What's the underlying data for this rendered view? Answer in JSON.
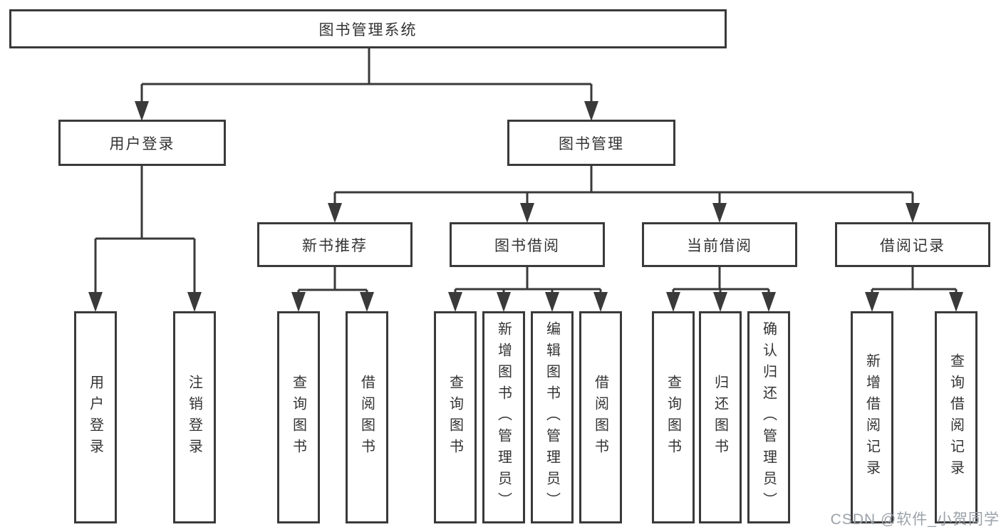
{
  "nodes": {
    "root": "图书管理系统",
    "user_login": "用户登录",
    "book_management": "图书管理",
    "new_book_recommend": "新书推荐",
    "book_borrowing": "图书借阅",
    "current_borrowing": "当前借阅",
    "borrowing_records": "借阅记录",
    "leaf_user_login": "用户登录",
    "leaf_logout": "注销登录",
    "leaf_query_books_1": "查询图书",
    "leaf_borrow_books_1": "借阅图书",
    "leaf_query_books_2": "查询图书",
    "leaf_add_books_admin": "新增图书（管理员）",
    "leaf_edit_books_admin": "编辑图书（管理员）",
    "leaf_borrow_books_2": "借阅图书",
    "leaf_query_books_3": "查询图书",
    "leaf_return_books": "归还图书",
    "leaf_confirm_return_admin": "确认归还（管理员）",
    "leaf_add_borrow_record": "新增借阅记录",
    "leaf_query_borrow_record": "查询借阅记录"
  },
  "watermark": {
    "text": "CSDN @软件_小贺同学",
    "color": "#9ba2a9"
  },
  "colors": {
    "line": "#3a3a3a",
    "text": "#333333",
    "background": "#ffffff"
  }
}
